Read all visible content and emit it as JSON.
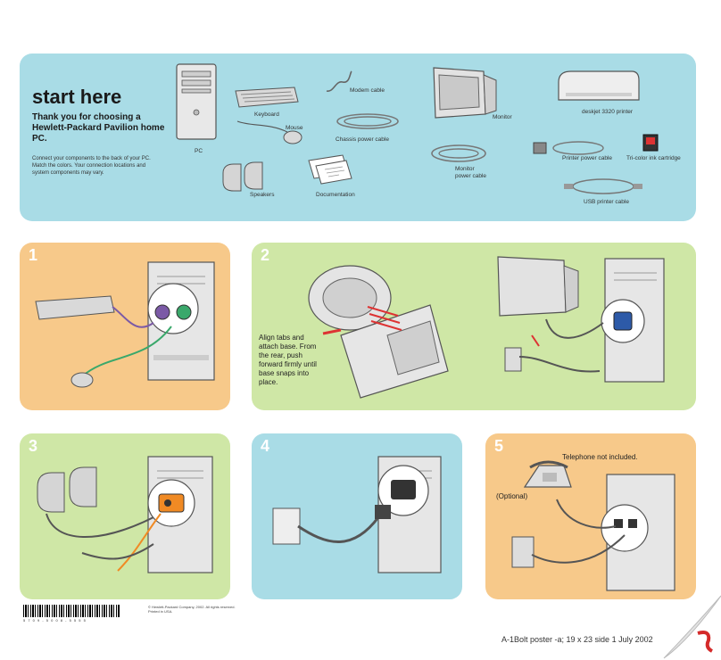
{
  "start": {
    "title": "start here",
    "thanks": "Thank you for choosing a Hewlett-Packard Pavilion home PC.",
    "connect": "Connect your components to the back of your PC. Match the colors. Your connection locations and system components may vary.",
    "labels": {
      "pc": "PC",
      "keyboard": "Keyboard",
      "mouse": "Mouse",
      "modem_cable": "Modem cable",
      "chassis_power_cable": "Chassis power cable",
      "speakers": "Speakers",
      "documentation": "Documentation",
      "monitor": "Monitor",
      "monitor_power_cable": "Monitor power cable",
      "printer": "deskjet 3320 printer",
      "printer_power_cable": "Printer power cable",
      "ink_cartridge": "Tri-color ink cartridge",
      "usb_cable": "USB printer cable"
    }
  },
  "steps": {
    "s1": "1",
    "s2": "2",
    "s3": "3",
    "s4": "4",
    "s5": "5",
    "s2_instruction": "Align tabs and attach base. From the rear, push forward firmly until base snaps into place.",
    "s5_phone_note": "Telephone not included.",
    "s5_optional": "(Optional)"
  },
  "footer": {
    "copyright": "© Hewlett-Packard Company, 2002. All rights reserved. Printed in USA.",
    "barcode_digits": "5 7 0 9 - 5 0 0 8 - 5 5 5 5",
    "poster_info": "A-1Bolt poster -a;  19 x 23  side 1 July 2002"
  },
  "colors": {
    "blue_panel": "#a9dce6",
    "orange_panel": "#f7c98a",
    "green_panel": "#cfe7a6",
    "keyboard_port": "#7b5aa6",
    "mouse_port": "#3aa86b",
    "audio_port": "#f08a24"
  }
}
